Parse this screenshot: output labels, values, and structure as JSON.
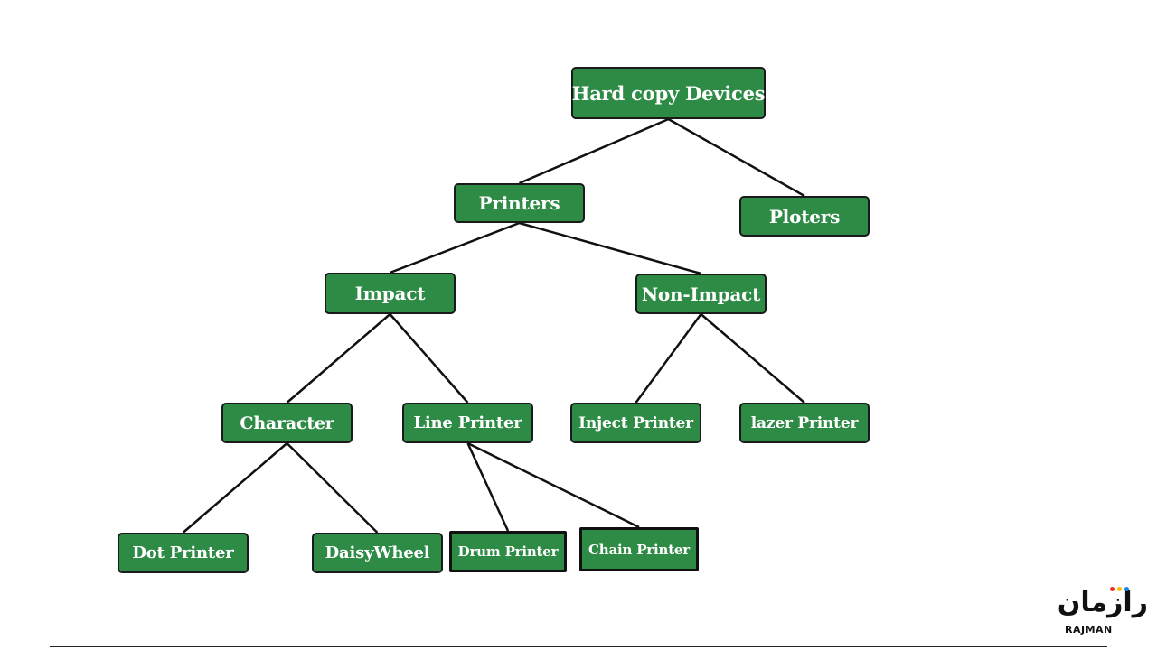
{
  "diagram": {
    "nodes": {
      "root": "Hard copy Devices",
      "printers": "Printers",
      "ploters": "Ploters",
      "impact": "Impact",
      "non_impact": "Non-Impact",
      "character": "Character",
      "line_printer": "Line Printer",
      "inject_printer": "Inject Printer",
      "lazer_printer": "lazer Printer",
      "dot_printer": "Dot Printer",
      "daisywheel": "DaisyWheel",
      "drum_printer": "Drum Printer",
      "chain_printer": "Chain Printer"
    },
    "edges": [
      [
        "root",
        "printers"
      ],
      [
        "root",
        "ploters"
      ],
      [
        "printers",
        "impact"
      ],
      [
        "printers",
        "non_impact"
      ],
      [
        "impact",
        "character"
      ],
      [
        "impact",
        "line_printer"
      ],
      [
        "non_impact",
        "inject_printer"
      ],
      [
        "non_impact",
        "lazer_printer"
      ],
      [
        "character",
        "dot_printer"
      ],
      [
        "character",
        "daisywheel"
      ],
      [
        "line_printer",
        "drum_printer"
      ],
      [
        "line_printer",
        "chain_printer"
      ]
    ]
  },
  "logo": {
    "script": "رازمان",
    "caption": "RAJMAN",
    "colors": [
      "#e6332a",
      "#f6c400",
      "#1e88e5"
    ]
  },
  "colors": {
    "node_fill": "#2e8b45",
    "node_border": "#1a1a1a",
    "edge": "#111111"
  }
}
